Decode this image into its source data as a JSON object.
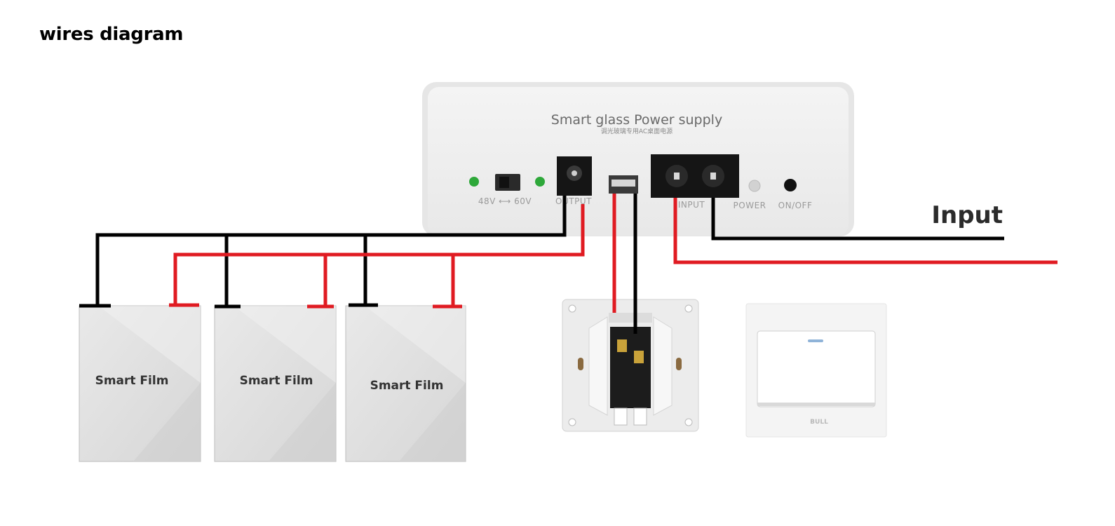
{
  "title": "wires diagram",
  "power_supply": {
    "title": "Smart glass Power supply",
    "subtitle": "调光玻璃专用AC桌面电源",
    "switch_label": "48V ⟷ 60V",
    "output_label": "OUTPUT",
    "input_label": "INPUT",
    "power_label": "POWER",
    "onoff_label": "ON/OFF"
  },
  "input_label": "Input",
  "smart_films": [
    {
      "label": "Smart Film"
    },
    {
      "label": "Smart Film"
    },
    {
      "label": "Smart Film"
    }
  ],
  "switch_brand": "BULL",
  "colors": {
    "wire_black": "#000000",
    "wire_red": "#e01b22",
    "led_green": "#2ea83a",
    "film_gray": "#dedede"
  }
}
